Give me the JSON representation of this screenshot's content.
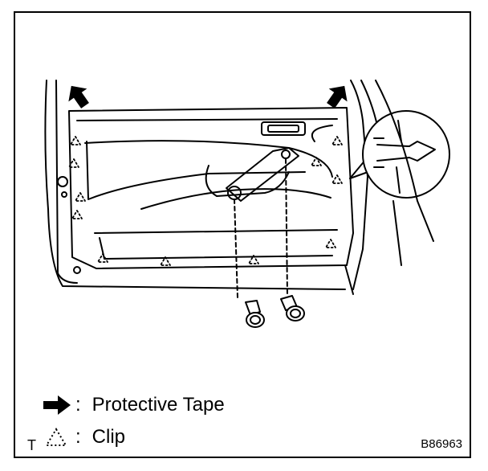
{
  "legend": {
    "items": [
      {
        "symbol": "arrow-icon",
        "label": "Protective Tape"
      },
      {
        "symbol": "clip-triangle-icon",
        "label": "Clip"
      }
    ]
  },
  "corner_letter": "T",
  "figure_code": "B86963"
}
